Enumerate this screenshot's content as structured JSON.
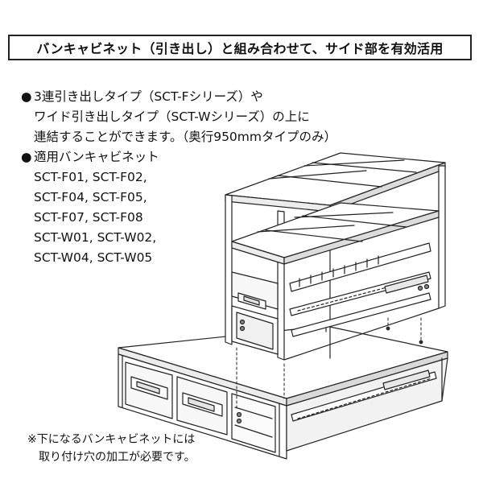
{
  "title": "バンキャビネット（引き出し）と組み合わせて、サイド部を有効活用",
  "bullet_symbol": "●",
  "features": {
    "line1": "3連引き出しタイプ（SCT-Fシリーズ）や",
    "line2": "ワイド引き出しタイプ（SCT-Wシリーズ）の上に",
    "line3": "連結することができます。（奥行950mmタイプのみ）"
  },
  "compatible": {
    "heading": "適用バンキャビネット",
    "models": [
      "SCT-F01, SCT-F02,",
      "SCT-F04, SCT-F05,",
      "SCT-F07, SCT-F08",
      "SCT-W01, SCT-W02,",
      "SCT-W04, SCT-W05"
    ]
  },
  "note": {
    "line1": "※下になるバンキャビネットには",
    "line2": "取り付け穴の加工が必要です。"
  }
}
